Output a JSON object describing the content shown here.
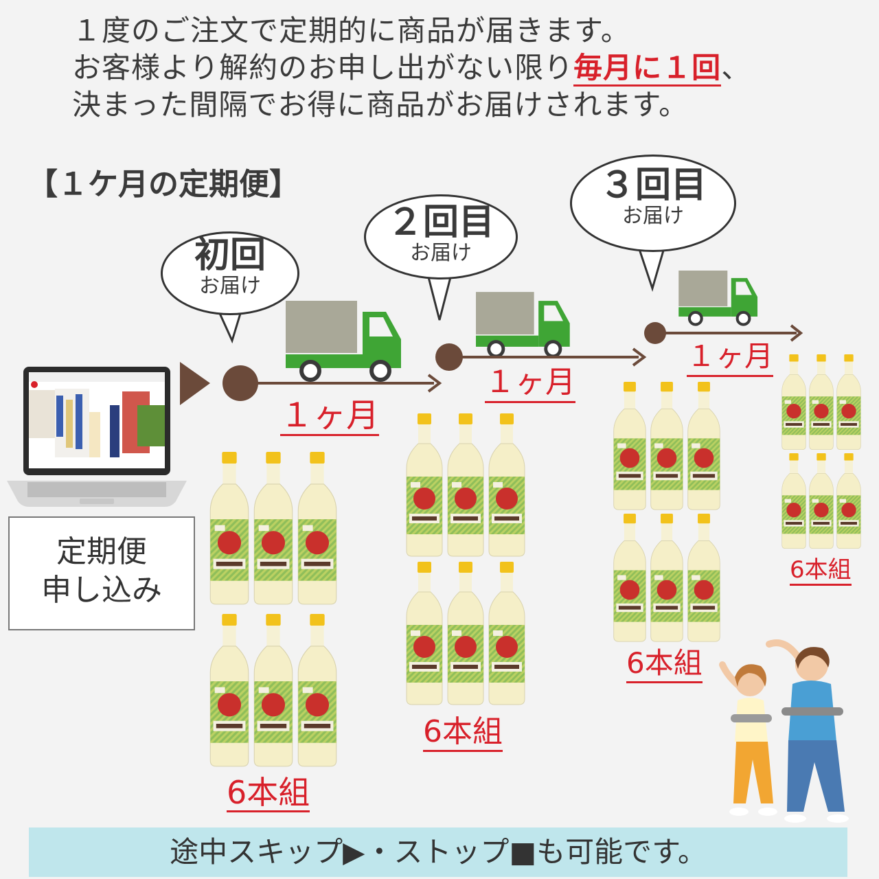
{
  "intro": {
    "line1": "１度のご注文で定期的に商品が届きます。",
    "line2_a": "お客様より解約のお申し出がない限り",
    "line2_highlight": "毎月に１回",
    "line2_b": "、",
    "line3": "決まった間隔でお得に商品がお届けされます。"
  },
  "plan_title": "【１ケ月の定期便】",
  "deliveries": [
    {
      "big": "初回",
      "small": "お届け"
    },
    {
      "big": "２回目",
      "small": "お届け"
    },
    {
      "big": "３回目",
      "small": "お届け"
    }
  ],
  "interval_label": "１ヶ月",
  "set_label": "6本組",
  "apply": {
    "line1": "定期便",
    "line2": "申し込み"
  },
  "footer": "途中スキップ▶・ストップ■も可能です。",
  "colors": {
    "accent": "#d8202a",
    "truck_green": "#3fa535",
    "cargo": "#a9a898",
    "arrow": "#6b4a3a",
    "footer_bg": "#bfe6ec"
  }
}
